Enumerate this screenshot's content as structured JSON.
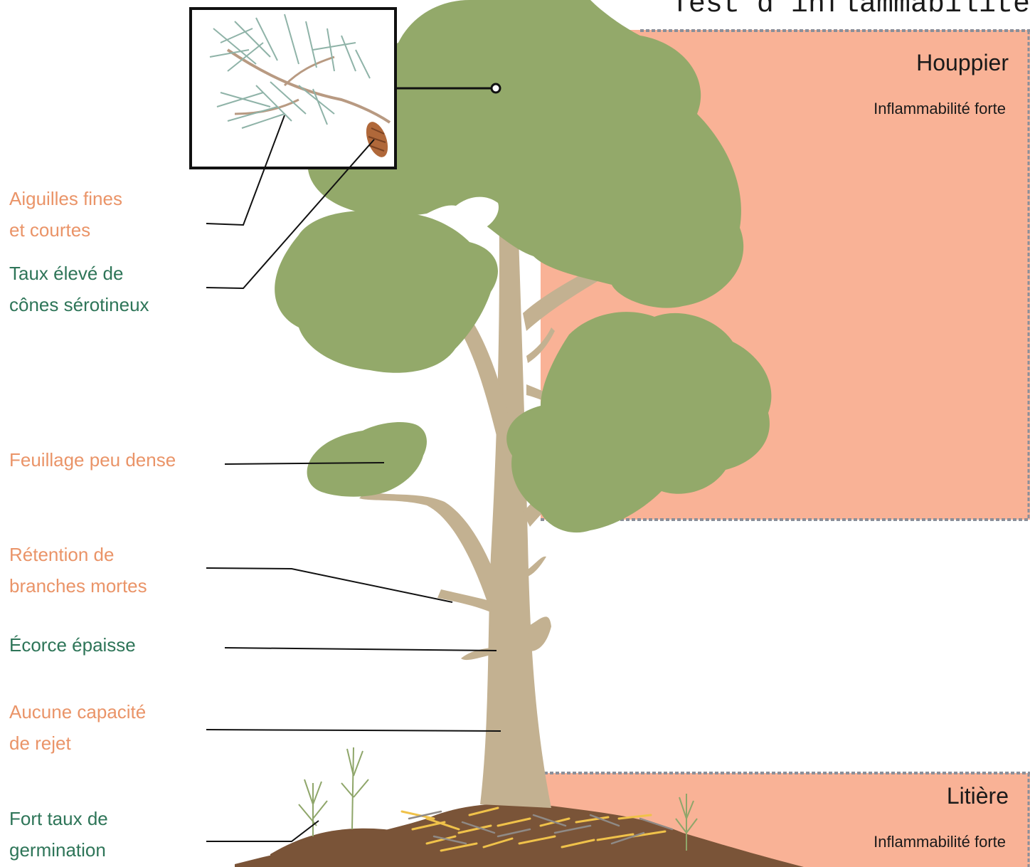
{
  "title": "Test d'inflammabilité",
  "zones": {
    "houppier": {
      "name": "Houppier",
      "level": "Inflammabilité forte"
    },
    "litiere": {
      "name": "Litière",
      "level": "Inflammabilité forte"
    }
  },
  "traits": {
    "aiguilles": [
      "Aiguilles fines",
      "et courtes"
    ],
    "cones": [
      "Taux élevé de",
      "cônes sérotineux"
    ],
    "feuillage": "Feuillage peu dense",
    "retention": [
      "Rétention de",
      "branches mortes"
    ],
    "ecorce": "Écorce épaisse",
    "rejet": [
      "Aucune capacité",
      "de rejet"
    ],
    "germination": [
      "Fort taux de",
      "germination"
    ]
  },
  "colors": {
    "fire_zone": "#f9b296",
    "crown": "#93a96a",
    "trunk": "#c3b191",
    "soil": "#7a5438",
    "negative_trait": "#ea9468",
    "positive_trait": "#2e7558",
    "needles_litter": "#f0c24a"
  },
  "icons": {
    "inset": "pine-branch-with-cone-icon"
  }
}
